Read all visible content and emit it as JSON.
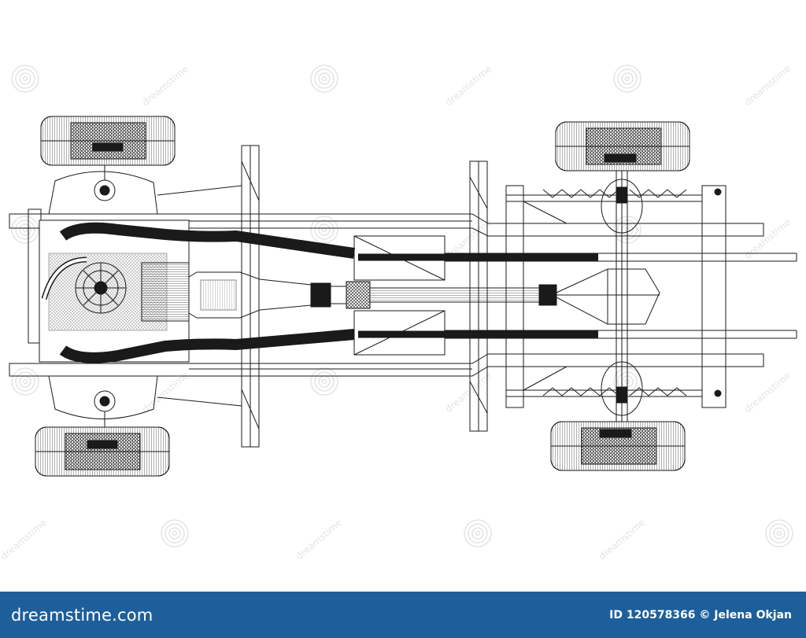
{
  "drawing": {
    "subject": "car-chassis-top-view-blueprint",
    "watermark_text": "dreamstime",
    "line_color": "#1a1a1a",
    "watermark_color": "#e4e4e4"
  },
  "footer": {
    "brand": "dreamstime.com",
    "credit": "ID 120578366 © Jelena Okjan",
    "background": "#1d5f9a",
    "text_color": "#ffffff"
  }
}
